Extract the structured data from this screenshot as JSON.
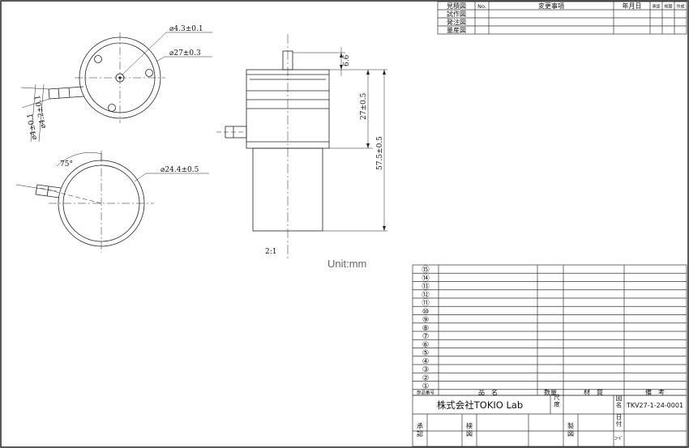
{
  "revision_table": {
    "rows": [
      "見積図",
      "試作図",
      "発注図",
      "量産図"
    ],
    "headers": {
      "no": "No.",
      "change": "変更事項",
      "date": "年月日",
      "approve": "承認",
      "check": "検図",
      "draft": "作成"
    }
  },
  "drawing": {
    "top_view": {
      "hole_dim": "⌀4.3±0.1",
      "outer_dim": "⌀27±0.3",
      "tube_dim_1": "⌀4.2±0.1",
      "tube_dim_2": "⌀4±0.1"
    },
    "bottom_view": {
      "angle": "75°",
      "dim": "⌀24.4±0.5"
    },
    "side_view": {
      "top_height": "6.6",
      "body_height": "27±0.5",
      "total_height": "57.5±0.5"
    },
    "scale": "2:1",
    "unit": "Unit:mm"
  },
  "parts_table": {
    "row_numbers": [
      "⑮",
      "⑭",
      "⑬",
      "⑫",
      "⑪",
      "⑩",
      "⑨",
      "⑧",
      "⑦",
      "⑥",
      "⑤",
      "④",
      "③",
      "②",
      "①"
    ],
    "headers": {
      "part_no": "部品番号",
      "name": "品　名",
      "qty": "数量",
      "material": "材　質",
      "remarks": "備　考"
    }
  },
  "title_block": {
    "company": "株式会社TOKIO Lab",
    "scale_label": "尺度",
    "drawing_name_label": "図名",
    "date_label": "日付",
    "code_label": "ｺｰﾄﾞ",
    "code_value": "TKV27-1-24-0001",
    "approve": "承認",
    "check": "検図",
    "make": "製図"
  }
}
